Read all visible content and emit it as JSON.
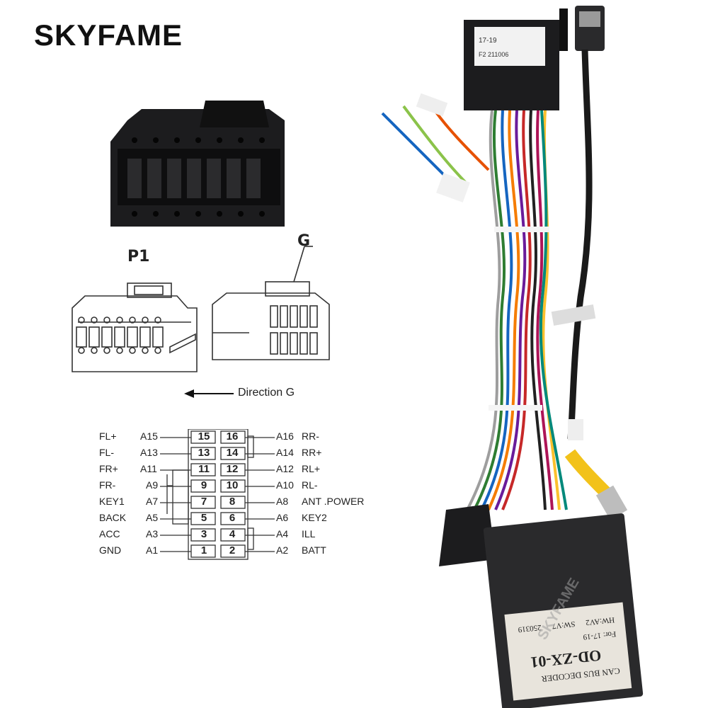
{
  "brand": {
    "logo": "SKYFAME",
    "watermark": "SKYFAME"
  },
  "labels": {
    "p1": "P1",
    "g": "G",
    "direction": "Direction G"
  },
  "pinout": {
    "rows": [
      {
        "left_name": "FL+",
        "left_pin": "A15",
        "n1": "15",
        "n2": "16",
        "right_pin": "A16",
        "right_name": "RR-"
      },
      {
        "left_name": "FL-",
        "left_pin": "A13",
        "n1": "13",
        "n2": "14",
        "right_pin": "A14",
        "right_name": "RR+"
      },
      {
        "left_name": "FR+",
        "left_pin": "A11",
        "n1": "11",
        "n2": "12",
        "right_pin": "A12",
        "right_name": "RL+"
      },
      {
        "left_name": "FR-",
        "left_pin": "A9",
        "n1": "9",
        "n2": "10",
        "right_pin": "A10",
        "right_name": "RL-"
      },
      {
        "left_name": "KEY1",
        "left_pin": "A7",
        "n1": "7",
        "n2": "8",
        "right_pin": "A8",
        "right_name": "ANT .POWER"
      },
      {
        "left_name": "BACK",
        "left_pin": "A5",
        "n1": "5",
        "n2": "6",
        "right_pin": "A6",
        "right_name": "KEY2"
      },
      {
        "left_name": "ACC",
        "left_pin": "A3",
        "n1": "3",
        "n2": "4",
        "right_pin": "A4",
        "right_name": "ILL"
      },
      {
        "left_name": "GND",
        "left_pin": "A1",
        "n1": "1",
        "n2": "2",
        "right_pin": "A2",
        "right_name": "BATT"
      }
    ]
  },
  "decoder_box": {
    "title": "CAN BUS DECODER",
    "model": "OD-ZX-01",
    "hw": "HW:AV2",
    "sw": "SW:V7",
    "date": "250319",
    "for": "For: 17-19"
  },
  "connector_tag": {
    "line1": "17-19",
    "line2": "F2 211006"
  },
  "colors": {
    "connector": "#1c1c1e",
    "box": "#2a2a2c",
    "label_bg": "#e8e4dc",
    "rca_yellow": "#f2c21a"
  }
}
